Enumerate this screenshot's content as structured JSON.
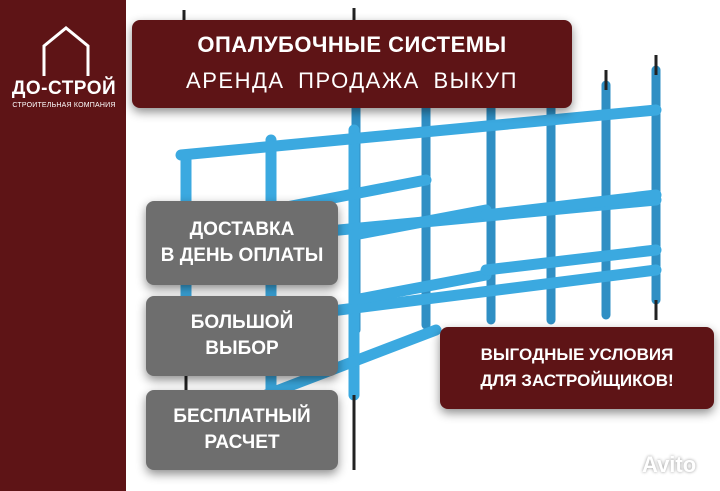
{
  "brand": {
    "name": "ДО-СТРОЙ",
    "tagline": "СТРОИТЕЛЬНАЯ КОМПАНИЯ",
    "color": "#5e1416"
  },
  "banner": {
    "title": "ОПАЛУБОЧНЫЕ СИСТЕМЫ",
    "subtitle": "АРЕНДА ПРОДАЖА ВЫКУП"
  },
  "features": [
    {
      "line1": "ДОСТАВКА",
      "line2": "В ДЕНЬ ОПЛАТЫ"
    },
    {
      "line1": "БОЛЬШОЙ",
      "line2": "ВЫБОР"
    },
    {
      "line1": "БЕСПЛАТНЫЙ",
      "line2": "РАСЧЕТ"
    }
  ],
  "offer": {
    "line1": "ВЫГОДНЫЕ УСЛОВИЯ",
    "line2": "ДЛЯ ЗАСТРОЙЩИКОВ!"
  },
  "watermark": {
    "text": "Avito"
  },
  "colors": {
    "scaffold": "#3ba9e0",
    "box_gray": "#6e6e6e"
  }
}
